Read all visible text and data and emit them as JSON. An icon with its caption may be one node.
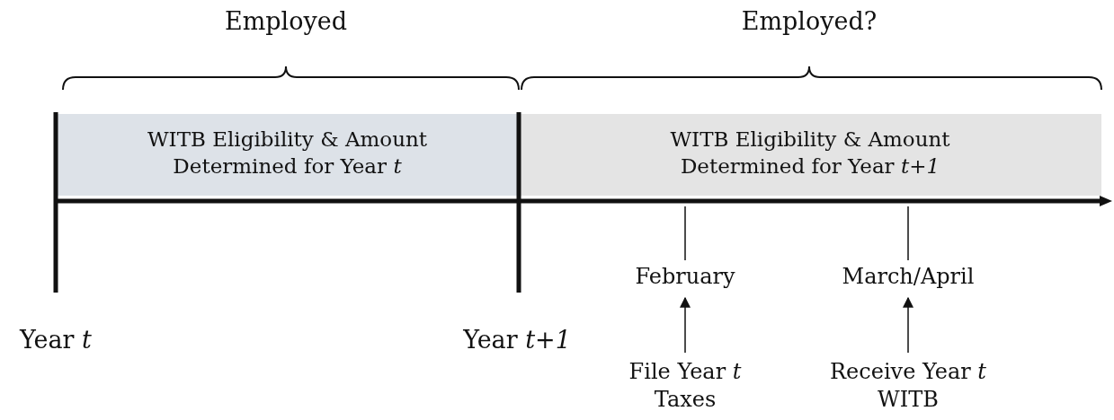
{
  "diagram": {
    "nodes": [
      {
        "text": [
          "WITB Eligibility & Amount Determined for Year *t*"
        ]
      },
      {
        "text": [
          "WITB Eligibility & Amount Determined for Year *t+1*"
        ]
      },
      {
        "text": [
          "February"
        ]
      },
      {
        "text": [
          "March/April"
        ]
      },
      {
        "text": [
          "File Year *t* Taxes"
        ]
      },
      {
        "text": [
          "Receive Year *t* WITB"
        ]
      },
      {
        "text": [],
        "shape": "bar"
      }
    ],
    "edges": [
      {
        "from": 4,
        "to": 2,
        "arrow": "to"
      },
      {
        "from": 5,
        "to": 3,
        "arrow": "to"
      },
      {
        "from": 2,
        "to": 6,
        "arrow": "none"
      },
      {
        "from": 3,
        "to": 6,
        "arrow": "none"
      }
    ],
    "labels": [
      "Employed",
      "Employed?",
      "Year *t*",
      "Year *t+1*"
    ]
  }
}
